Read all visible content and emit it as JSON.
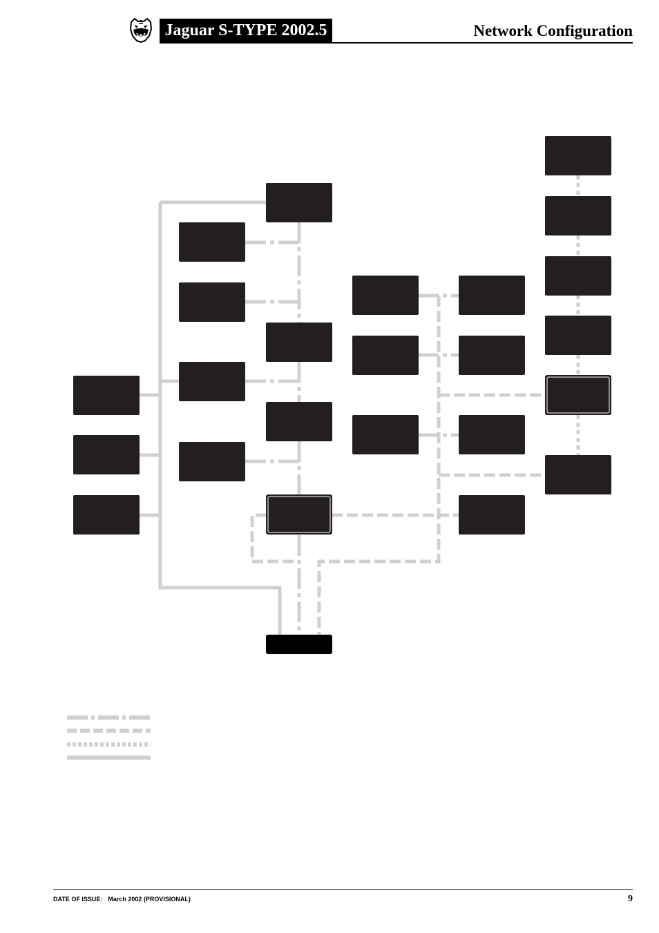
{
  "header": {
    "model_title": "Jaguar S-TYPE 2002.5",
    "section_title": "Network Configuration"
  },
  "footer": {
    "issue_label": "DATE OF ISSUE:",
    "issue_value": "March 2002 (PROVISIONAL)",
    "page_number": "9"
  },
  "colors": {
    "module_fill": "#231f20",
    "link_gray": "#d0d0d0",
    "header_bg": "#000000"
  },
  "icons": [
    "jaguar-head-logo-icon"
  ]
}
